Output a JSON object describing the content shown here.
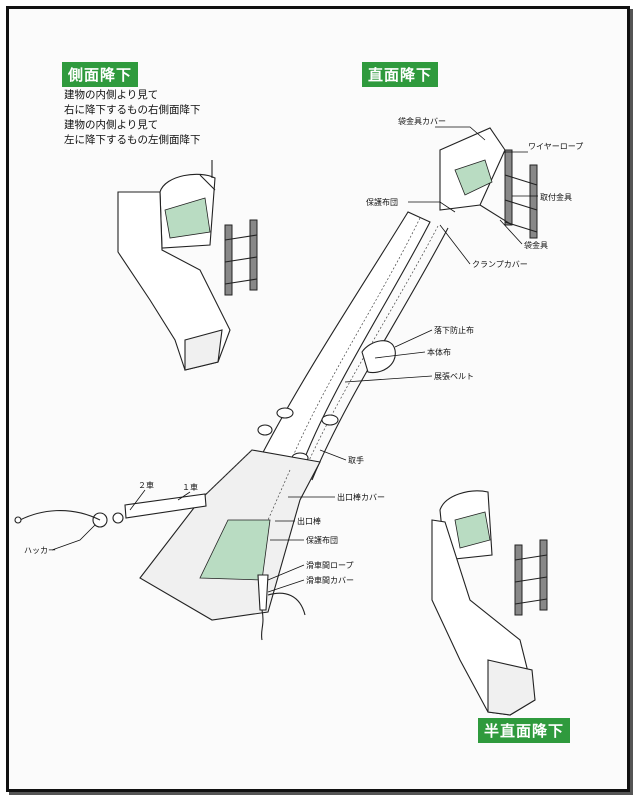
{
  "tags": {
    "side": "側面降下",
    "direct": "直面降下",
    "half": "半直面降下"
  },
  "side_description": [
    "建物の内側より見て",
    "右に降下するもの右側面降下",
    "建物の内側より見て",
    "左に降下するもの左側面降下"
  ],
  "labels": {
    "bag_cover": "袋金具カバー",
    "wire_rope": "ワイヤーロープ",
    "mount": "取付金具",
    "protect_top": "保護布団",
    "bag_fitting": "袋金具",
    "clamp_cover": "クランプカバー",
    "fall_prevent": "落下防止布",
    "body_cloth": "本体布",
    "belt": "展張ベルト",
    "handle": "取手",
    "exit_cover": "出口棒カバー",
    "exit_bar": "出口棒",
    "protect_bottom": "保護布団",
    "pulley_rope": "滑車間ロープ",
    "pulley_cover": "滑車間カバー",
    "car2": "２車",
    "car1": "１車",
    "hook": "ハッカー"
  },
  "colors": {
    "tag_green": "#2f9a3d",
    "protect_green": "#b9dcc2"
  }
}
